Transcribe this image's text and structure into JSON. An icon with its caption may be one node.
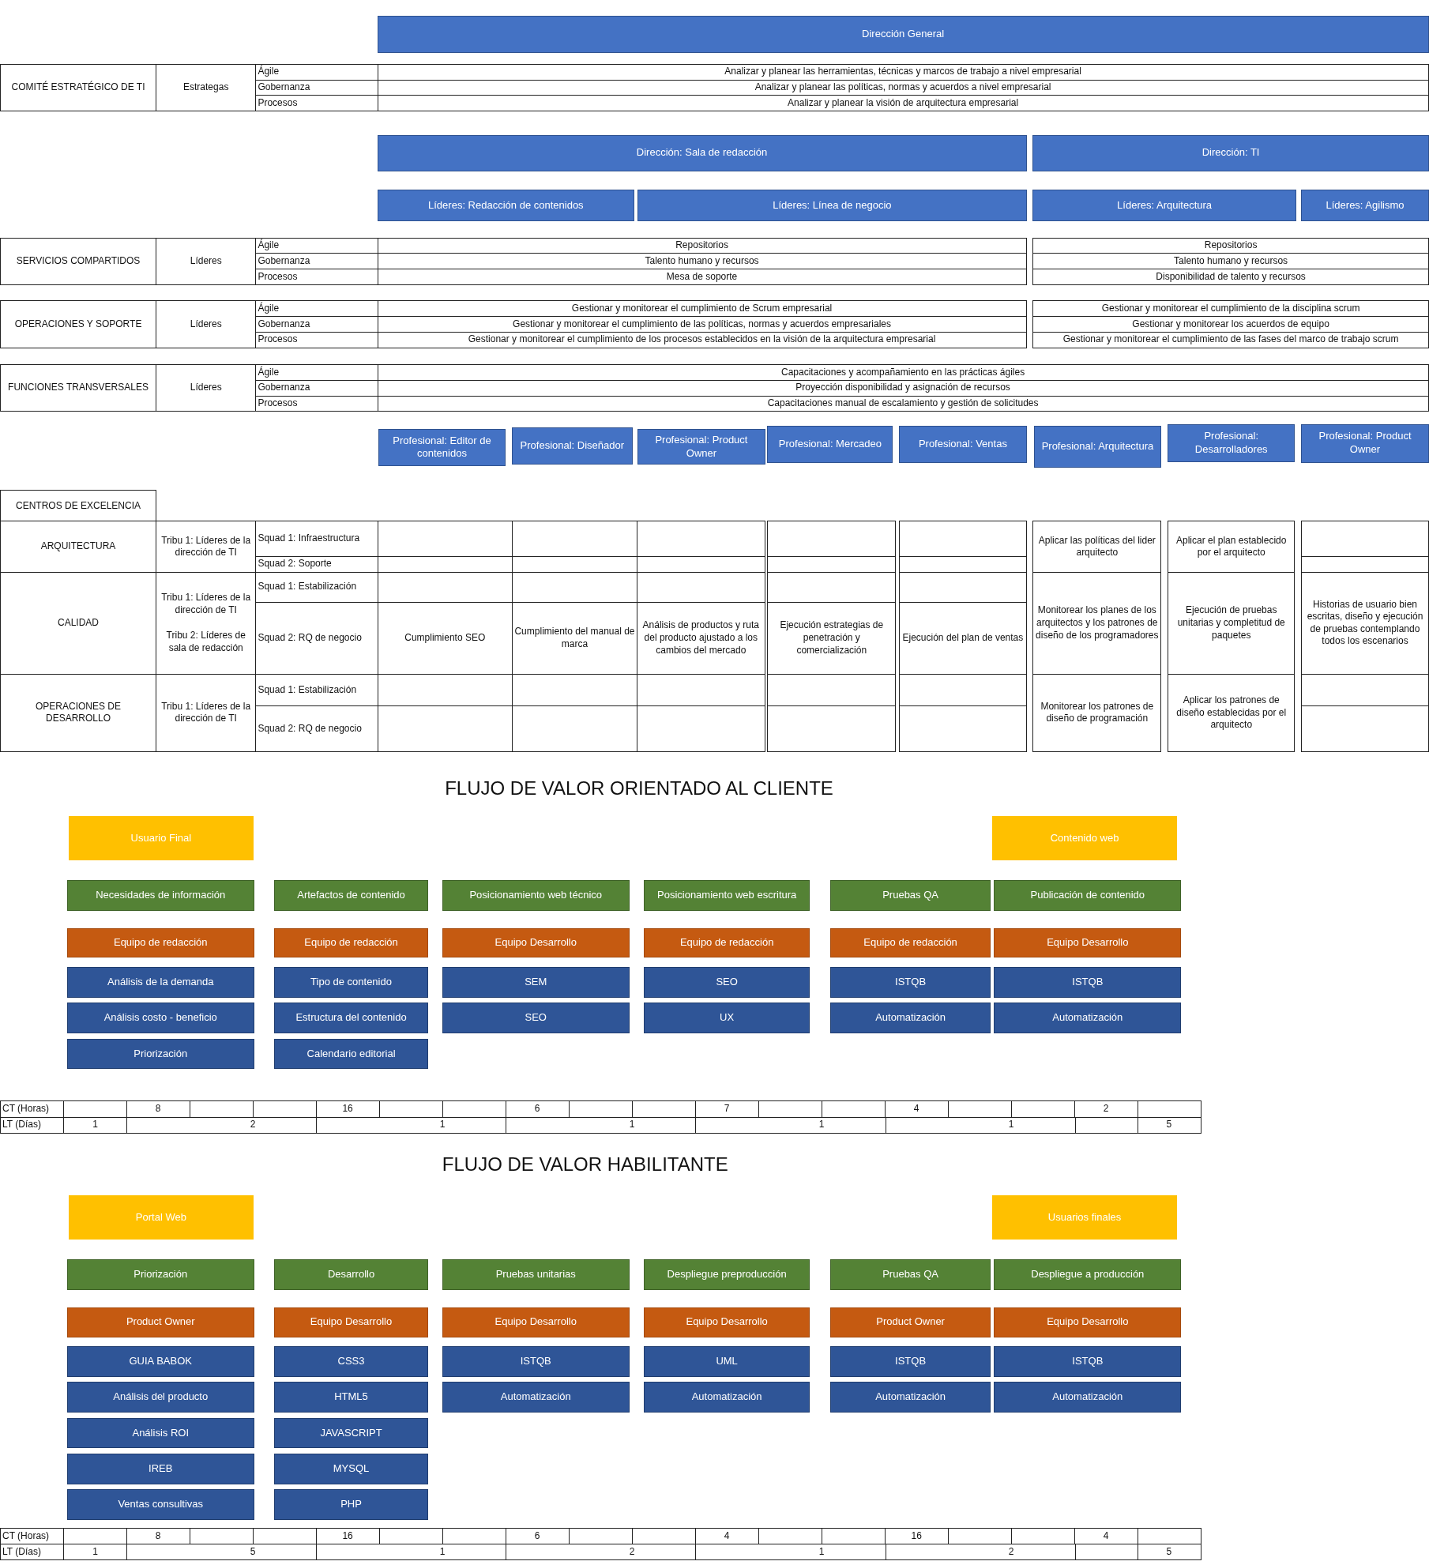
{
  "diagram": {
    "nodes": [
      {
        "text": [
          "Dirección General"
        ]
      },
      {
        "text": [
          "Dirección: Sala de redacción"
        ]
      },
      {
        "text": [
          "Dirección: TI"
        ]
      },
      {
        "text": [
          "Líderes: Redacción de contenidos"
        ]
      },
      {
        "text": [
          "Líderes: Línea de negocio"
        ]
      },
      {
        "text": [
          "Líderes: Arquitectura"
        ]
      },
      {
        "text": [
          "Líderes: Agilismo"
        ]
      },
      {
        "text": [
          "Profesional: Editor de contenidos"
        ]
      },
      {
        "text": [
          "Profesional: Diseñador"
        ]
      },
      {
        "text": [
          "Profesional: Product Owner"
        ]
      },
      {
        "text": [
          "Profesional: Mercadeo"
        ]
      },
      {
        "text": [
          "Profesional: Ventas"
        ]
      },
      {
        "text": [
          "Profesional: Arquitectura"
        ]
      },
      {
        "text": [
          "Profesional: Desarrolladores"
        ]
      },
      {
        "text": [
          "Profesional: Product Owner"
        ]
      },
      {
        "text": [
          "Usuario Final"
        ]
      },
      {
        "text": [
          "Contenido web"
        ]
      },
      {
        "text": [
          "Necesidades de información"
        ]
      },
      {
        "text": [
          "Artefactos de contenido"
        ]
      },
      {
        "text": [
          "Posicionamiento web técnico"
        ]
      },
      {
        "text": [
          "Posicionamiento web escritura"
        ]
      },
      {
        "text": [
          "Pruebas QA"
        ]
      },
      {
        "text": [
          "Publicación de contenido"
        ]
      },
      {
        "text": [
          "Equipo de redacción"
        ]
      },
      {
        "text": [
          "Equipo de redacción"
        ]
      },
      {
        "text": [
          "Equipo Desarrollo"
        ]
      },
      {
        "text": [
          "Equipo de redacción"
        ]
      },
      {
        "text": [
          "Equipo de redacción"
        ]
      },
      {
        "text": [
          "Equipo Desarrollo"
        ]
      },
      {
        "text": [
          "Análisis de la demanda"
        ]
      },
      {
        "text": [
          "Tipo de contenido"
        ]
      },
      {
        "text": [
          "SEM"
        ]
      },
      {
        "text": [
          "SEO"
        ]
      },
      {
        "text": [
          "ISTQB"
        ]
      },
      {
        "text": [
          "ISTQB"
        ]
      },
      {
        "text": [
          "Análisis costo - beneficio"
        ]
      },
      {
        "text": [
          "Estructura del contenido"
        ]
      },
      {
        "text": [
          "SEO"
        ]
      },
      {
        "text": [
          "UX"
        ]
      },
      {
        "text": [
          "Automatización"
        ]
      },
      {
        "text": [
          "Automatización"
        ]
      },
      {
        "text": [
          "Priorización"
        ]
      },
      {
        "text": [
          "Calendario editorial"
        ]
      },
      {
        "text": [
          "Portal Web"
        ]
      },
      {
        "text": [
          "Usuarios finales"
        ]
      },
      {
        "text": [
          "Priorización"
        ]
      },
      {
        "text": [
          "Desarrollo"
        ]
      },
      {
        "text": [
          "Pruebas unitarias"
        ]
      },
      {
        "text": [
          "Despliegue preproducción"
        ]
      },
      {
        "text": [
          "Pruebas QA"
        ]
      },
      {
        "text": [
          "Despliegue a producción"
        ]
      },
      {
        "text": [
          "Product Owner"
        ]
      },
      {
        "text": [
          "Equipo Desarrollo"
        ]
      },
      {
        "text": [
          "Equipo Desarrollo"
        ]
      },
      {
        "text": [
          "Equipo Desarrollo"
        ]
      },
      {
        "text": [
          "Product Owner"
        ]
      },
      {
        "text": [
          "Equipo Desarrollo"
        ]
      },
      {
        "text": [
          "GUIA BABOK"
        ]
      },
      {
        "text": [
          "CSS3"
        ]
      },
      {
        "text": [
          "ISTQB"
        ]
      },
      {
        "text": [
          "UML"
        ]
      },
      {
        "text": [
          "ISTQB"
        ]
      },
      {
        "text": [
          "ISTQB"
        ]
      },
      {
        "text": [
          "Análisis del producto"
        ]
      },
      {
        "text": [
          "HTML5"
        ]
      },
      {
        "text": [
          "Automatización"
        ]
      },
      {
        "text": [
          "Automatización"
        ]
      },
      {
        "text": [
          "Automatización"
        ]
      },
      {
        "text": [
          "Automatización"
        ]
      },
      {
        "text": [
          "Análisis ROI"
        ]
      },
      {
        "text": [
          "JAVASCRIPT"
        ]
      },
      {
        "text": [
          "IREB"
        ]
      },
      {
        "text": [
          "MYSQL"
        ]
      },
      {
        "text": [
          "Ventas consultivas"
        ]
      },
      {
        "text": [
          "PHP"
        ]
      }
    ],
    "labels": [
      "COMITÉ ESTRATÉGICO DE TI",
      "Estrategas",
      "Ágile",
      "Analizar y planear las herramientas, técnicas y marcos de trabajo a nivel empresarial",
      "Gobernanza",
      "Analizar y planear las políticas, normas y acuerdos a nivel empresarial",
      "Procesos",
      "Analizar y planear la visión de arquitectura empresarial",
      "SERVICIOS COMPARTIDOS",
      "Líderes",
      "Ágile",
      "Repositorios",
      "Repositorios",
      "Gobernanza",
      "Talento humano y recursos",
      "Talento humano y recursos",
      "Procesos",
      "Mesa de soporte",
      "Disponibilidad de talento y recursos",
      "OPERACIONES Y SOPORTE",
      "Líderes",
      "Ágile",
      "Gestionar y monitorear el cumplimiento de Scrum empresarial",
      "Gestionar y monitorear el cumplimiento de la disciplina scrum",
      "Gobernanza",
      "Gestionar y monitorear el cumplimiento de las políticas, normas y acuerdos empresariales",
      "Gestionar y monitorear los acuerdos de equipo",
      "Procesos",
      "Gestionar y monitorear el cumplimiento de los procesos establecidos en la visión de la arquitectura empresarial",
      "Gestionar y monitorear el cumplimiento de las fases del marco de trabajo scrum",
      "FUNCIONES TRANSVERSALES",
      "Líderes",
      "Ágile",
      "Capacitaciones y acompañamiento en las prácticas ágiles",
      "Gobernanza",
      "Proyección disponibilidad y asignación de recursos",
      "Procesos",
      "Capacitaciones manual de escalamiento y gestión de solicitudes",
      "CENTROS DE EXCELENCIA",
      "ARQUITECTURA",
      "Tribu 1: Líderes de la dirección de TI",
      "Squad 1: Infraestructura",
      "Aplicar las políticas del lider arquitecto",
      "Aplicar el plan establecido por el arquitecto",
      "Squad 2: Soporte",
      "CALIDAD",
      "Tribu 1: Líderes de la dirección de TI",
      "Tribu 2: Líderes de sala de redacción",
      "Squad 1: Estabilización",
      "Monitorear los planes de los arquitectos y los patrones de diseño de los programadores",
      "Ejecución de pruebas unitarias y completitud de paquetes",
      "Historias de usuario bien escritas, diseño y ejecución de pruebas contemplando todos los escenarios",
      "Squad 2: RQ de negocio",
      "Cumplimiento SEO",
      "Cumplimiento del manual de marca",
      "Análisis de productos y ruta del producto ajustado a los cambios del mercado",
      "Ejecución estrategias de penetración y comercialización",
      "Ejecución del plan de ventas",
      "OPERACIONES DE DESARROLLO",
      "Tribu 1: Líderes de la dirección de TI",
      "Squad 1: Estabilización",
      "Monitorear los patrones de diseño de programación",
      "Aplicar los patrones de diseño establecidas por el arquitecto",
      "Squad 2: RQ de negocio",
      "FLUJO DE VALOR ORIENTADO AL CLIENTE",
      "CT (Horas)",
      "8",
      "16",
      "6",
      "7",
      "4",
      "2",
      "LT (Días)",
      "1",
      "2",
      "1",
      "1",
      "1",
      "1",
      "5",
      "FLUJO DE VALOR HABILITANTE",
      "CT (Horas)",
      "8",
      "16",
      "6",
      "4",
      "16",
      "4",
      "LT (Días)",
      "1",
      "5",
      "1",
      "2",
      "1",
      "2",
      "5"
    ]
  }
}
